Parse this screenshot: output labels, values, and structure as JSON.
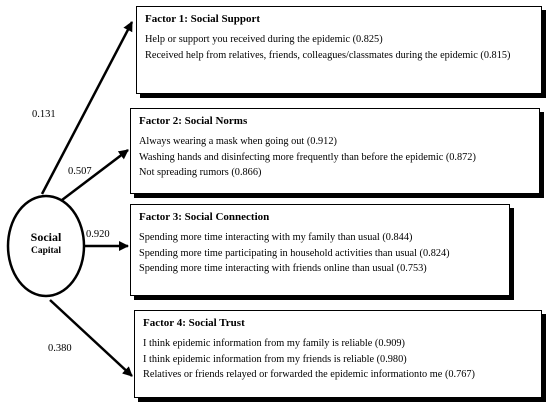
{
  "center_node": {
    "line1": "Social",
    "line2": "Capital"
  },
  "coefficients": [
    "0.131",
    "0.507",
    "0.920",
    "0.380"
  ],
  "factors": [
    {
      "title": "Factor 1: Social Support",
      "items": [
        {
          "text": "Help or support you received during the epidemic",
          "value": "(0.825)"
        },
        {
          "text": "Received help from relatives, friends, colleagues/classmates during the epidemic",
          "value": "(0.815)"
        }
      ]
    },
    {
      "title": "Factor 2: Social Norms",
      "items": [
        {
          "text": "Always wearing a mask when going out",
          "value": "(0.912)"
        },
        {
          "text": "Washing hands and disinfecting more frequently than before the epidemic",
          "value": "(0.872)"
        },
        {
          "text": "Not spreading rumors",
          "value": "(0.866)"
        }
      ]
    },
    {
      "title": "Factor 3: Social Connection",
      "items": [
        {
          "text": "Spending more time interacting with my family than usual",
          "value": "(0.844)"
        },
        {
          "text": "Spending more time participating in household activities than usual",
          "value": "(0.824)"
        },
        {
          "text": "Spending more time interacting with friends online than usual",
          "value": "(0.753)"
        }
      ]
    },
    {
      "title": "Factor 4: Social Trust",
      "items": [
        {
          "text": "I think epidemic information from my family is reliable",
          "value": "(0.909)"
        },
        {
          "text": "I think epidemic information from my friends is reliable",
          "value": "(0.980)"
        },
        {
          "text": "Relatives or friends relayed or forwarded the epidemic informationto me",
          "value": "(0.767)"
        }
      ]
    }
  ]
}
